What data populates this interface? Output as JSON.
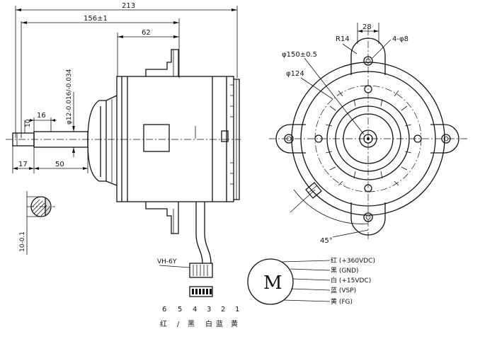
{
  "side_view": {
    "dim_overall": "213",
    "dim_body": "156±1",
    "dim_top": "62",
    "dim_shaft_len": "50",
    "dim_shaft_end": "17",
    "dim_flat_len": "16",
    "dim_flat": "10",
    "dim_shaft_dia": "φ12-0.016/-0.034",
    "dim_key": "10-0.1",
    "connector_label": "VH-6Y"
  },
  "front_view": {
    "dim_mount_width": "28",
    "dim_radius": "R14",
    "dim_holes": "4-φ8",
    "dim_pcd": "φ150±0.5",
    "dim_inner": "φ124",
    "dim_angle": "45°"
  },
  "motor": {
    "symbol": "M",
    "wires": [
      "红 (+360VDC)",
      "黑 (GND)",
      "白 (+15VDC)",
      "蓝 (VSP)",
      "黄 (FG)"
    ]
  },
  "pinout": {
    "numbers": [
      "6",
      "5",
      "4",
      "3",
      "2",
      "1"
    ],
    "colors": [
      "红",
      "/",
      "黑",
      "白",
      "蓝",
      "黄"
    ]
  }
}
